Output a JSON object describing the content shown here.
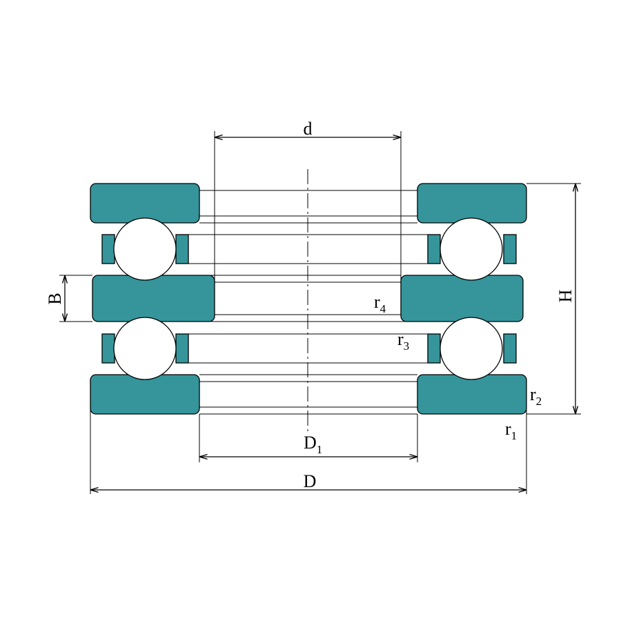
{
  "colors": {
    "washer": "#35959b",
    "line": "#000000",
    "background": "#ffffff"
  },
  "labels": {
    "d": {
      "main": "d",
      "sub": ""
    },
    "D1": {
      "main": "D",
      "sub": "1"
    },
    "D": {
      "main": "D",
      "sub": ""
    },
    "H": {
      "main": "H",
      "sub": ""
    },
    "B": {
      "main": "B",
      "sub": ""
    },
    "r1": {
      "main": "r",
      "sub": "1"
    },
    "r2": {
      "main": "r",
      "sub": "2"
    },
    "r3": {
      "main": "r",
      "sub": "3"
    },
    "r4": {
      "main": "r",
      "sub": "4"
    }
  }
}
